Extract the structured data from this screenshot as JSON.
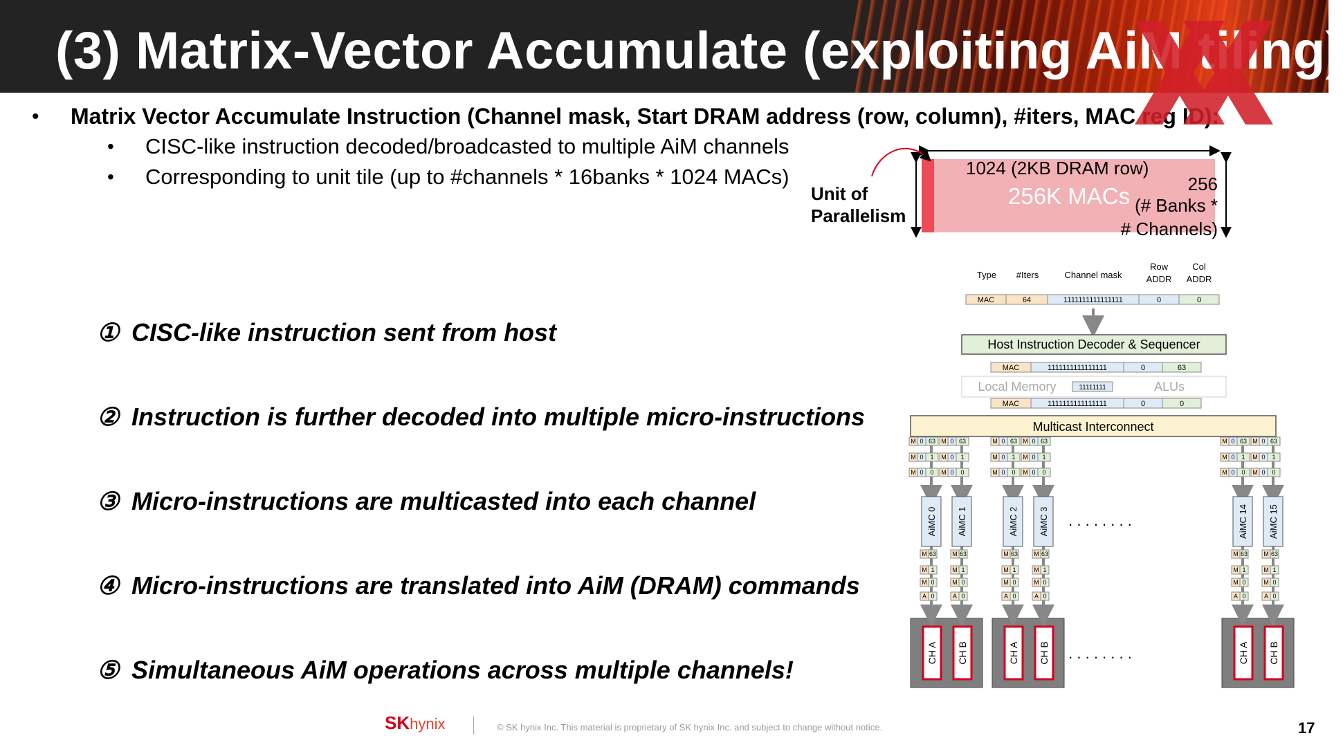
{
  "slide": {
    "title": "(3) Matrix-Vector Accumulate (exploiting AiM tiling)",
    "bullet_main": "Matrix Vector Accumulate Instruction (Channel mask, Start DRAM address (row, column), #iters, MAC reg ID):",
    "sub_bullets": [
      "CISC-like instruction decoded/broadcasted to multiple AiM channels",
      "Corresponding to unit tile (up to #channels * 16banks * 1024 MACs)"
    ],
    "steps": [
      {
        "num": "①",
        "text": "CISC-like instruction sent from host"
      },
      {
        "num": "②",
        "text": "Instruction is further decoded into multiple micro-instructions"
      },
      {
        "num": "③",
        "text": "Micro-instructions are multicasted into each channel"
      },
      {
        "num": "④",
        "text": "Micro-instructions are translated into AiM (DRAM) commands"
      },
      {
        "num": "⑤",
        "text": "Simultaneous AiM operations across multiple channels!"
      }
    ],
    "page_number": "17"
  },
  "tile": {
    "row_label": "1024 (2KB DRAM row)",
    "macs": "256K MACs",
    "side_label_lines": [
      "256",
      "(# Banks *",
      "# Channels)"
    ],
    "unit_label_lines": [
      "Unit of",
      "Parallelism"
    ]
  },
  "instruction": {
    "headers": [
      "Type",
      "#Iters",
      "Channel mask",
      "Row ADDR",
      "Col ADDR"
    ],
    "values": [
      "MAC",
      "64",
      "1111111111111111",
      "0",
      "0"
    ]
  },
  "decoder": {
    "label": "Host Instruction Decoder & Sequencer",
    "micro_top": [
      "MAC",
      "1111111111111111",
      "0",
      "63"
    ],
    "local_memory": "Local Memory",
    "alus": "ALUs",
    "mask_small": "11111111",
    "micro_bottom": [
      "MAC",
      "1111111111111111",
      "0",
      "0"
    ]
  },
  "interconnect": {
    "label": "Multicast Interconnect"
  },
  "channels": {
    "aimc_labels": [
      "AiMC 0",
      "AiMC 1",
      "AiMC 2",
      "AiMC 3",
      "AiMC 14",
      "AiMC 15"
    ],
    "ch_labels": [
      "CH A",
      "CH B"
    ],
    "ellipsis": ". . . . . . . .",
    "micro_rows": [
      [
        "M",
        "0",
        "63"
      ],
      [
        "M",
        "0",
        "1"
      ],
      [
        "M",
        "0",
        "0"
      ]
    ],
    "cmd_rows": [
      [
        "M",
        "63"
      ],
      [
        "M",
        "1"
      ],
      [
        "M",
        "0"
      ],
      [
        "A",
        "0"
      ]
    ]
  },
  "footer": {
    "logo_sk": "SK",
    "logo_hynix": "hynix",
    "note": "© SK hynix Inc. This material is proprietary of SK hynix Inc. and subject to change without notice."
  },
  "colors": {
    "accent_red": "#d6001c",
    "tile_pink": "#f2b1b5",
    "tile_edge": "#ee4b57",
    "decoder_green": "#e2efd9",
    "interconnect_yellow": "#fdf3d0",
    "aimc_blue": "#deebf6"
  }
}
